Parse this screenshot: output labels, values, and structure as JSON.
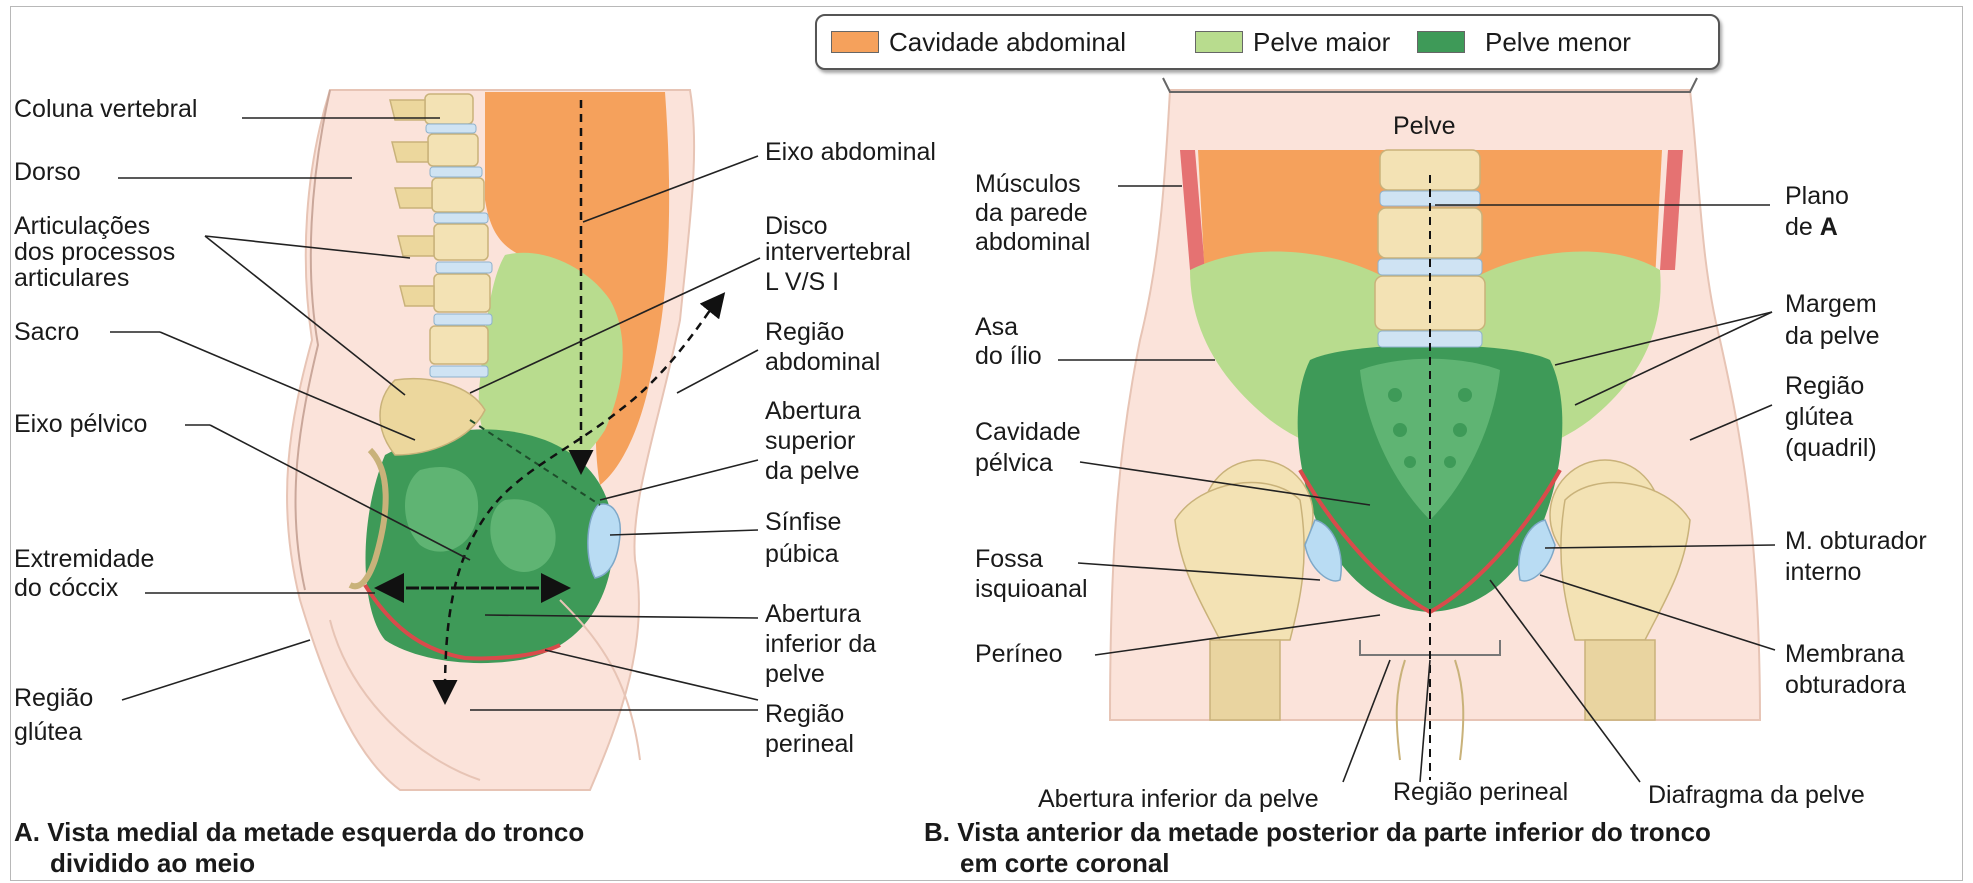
{
  "legend": {
    "items": [
      {
        "label": "Cavidade abdominal",
        "color": "#f4a261"
      },
      {
        "label": "Pelve maior",
        "color": "#b5d98a"
      },
      {
        "label": "Pelve menor",
        "color": "#3f9e5c"
      }
    ]
  },
  "panel_a": {
    "labels": {
      "coluna": "Coluna vertebral",
      "dorso": "Dorso",
      "artic_1": "Articulações",
      "artic_2": "dos processos",
      "artic_3": "articulares",
      "sacro": "Sacro",
      "eixo_pelvico": "Eixo pélvico",
      "extrem_1": "Extremidade",
      "extrem_2": "do cóccix",
      "gluteo_1": "Região",
      "gluteo_2": "glútea",
      "eixo_abd": "Eixo abdominal",
      "disco_1": "Disco",
      "disco_2": "intervertebral",
      "disco_3": "L V/S I",
      "abd_1": "Região",
      "abd_2": "abdominal",
      "abert_sup_1": "Abertura",
      "abert_sup_2": "superior",
      "abert_sup_3": "da pelve",
      "sinfise_1": "Sínfise",
      "sinfise_2": "púbica",
      "abert_inf_1": "Abertura",
      "abert_inf_2": "inferior da",
      "abert_inf_3": "pelve",
      "perineal_1": "Região",
      "perineal_2": "perineal"
    },
    "caption_1": "A. Vista medial da metade esquerda do tronco",
    "caption_2": "dividido ao meio"
  },
  "panel_b": {
    "labels": {
      "pelve": "Pelve",
      "musculos_1": "Músculos",
      "musculos_2": "da parede",
      "musculos_3": "abdominal",
      "asa_1": "Asa",
      "asa_2": "do ílio",
      "cavidade_1": "Cavidade",
      "cavidade_2": "pélvica",
      "fossa_1": "Fossa",
      "fossa_2": "isquioanal",
      "perineo": "Períneo",
      "plano_1": "Plano",
      "plano_2": "de ",
      "plano_3": "A",
      "margem_1": "Margem",
      "margem_2": "da pelve",
      "glutea_1": "Região",
      "glutea_2": "glútea",
      "glutea_3": "(quadril)",
      "obturador_1": "M. obturador",
      "obturador_2": "interno",
      "membrana_1": "Membrana",
      "membrana_2": "obturadora",
      "abert_inf": "Abertura inferior da pelve",
      "reg_perineal": "Região perineal",
      "diafragma": "Diafragma da pelve"
    },
    "caption_1": "B. Vista anterior da metade posterior da parte inferior do tronco",
    "caption_2": "em corte coronal"
  }
}
